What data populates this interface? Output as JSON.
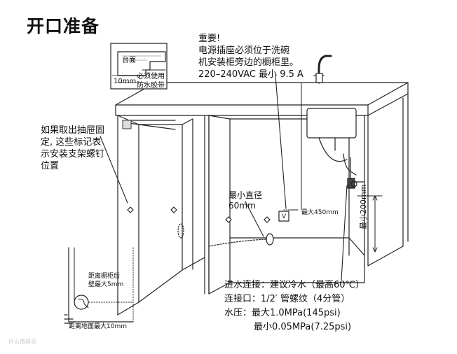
{
  "title": "开口准备",
  "inset_top": {
    "countertop_label": "台面",
    "gap_label": "10mm",
    "tape_lines": [
      "必须使用",
      "防水胶带"
    ]
  },
  "important_note": {
    "lines": [
      "重要!",
      "电源插座必须位于洗碗",
      "机安装柜旁边的橱柜里。",
      "220–240VAC 最小 9.5 A"
    ]
  },
  "drawer_note": {
    "lines": [
      "如果取出抽屉固",
      "定, 这些标记表",
      "示安装支架螺钉",
      "位置"
    ]
  },
  "min_diameter": {
    "lines": [
      "最小直径",
      "60mm"
    ]
  },
  "outlet_label": "V",
  "max_height_label": "最大450mm",
  "min_height_label": "最小200mm",
  "inset_bottom": {
    "back_lines": [
      "距离橱柜后",
      "壁最大5mm"
    ],
    "floor_label": "距离地面最大10mm"
  },
  "water_specs": {
    "lines": [
      "进水连接：建议冷水（最高60℃）",
      "连接口：1/2′ 管螺纹（4分管）",
      "水压：最大1.0MPa(145psi)",
      "最小0.05MPa(7.25psi)"
    ]
  },
  "watermark": "什么值得买"
}
